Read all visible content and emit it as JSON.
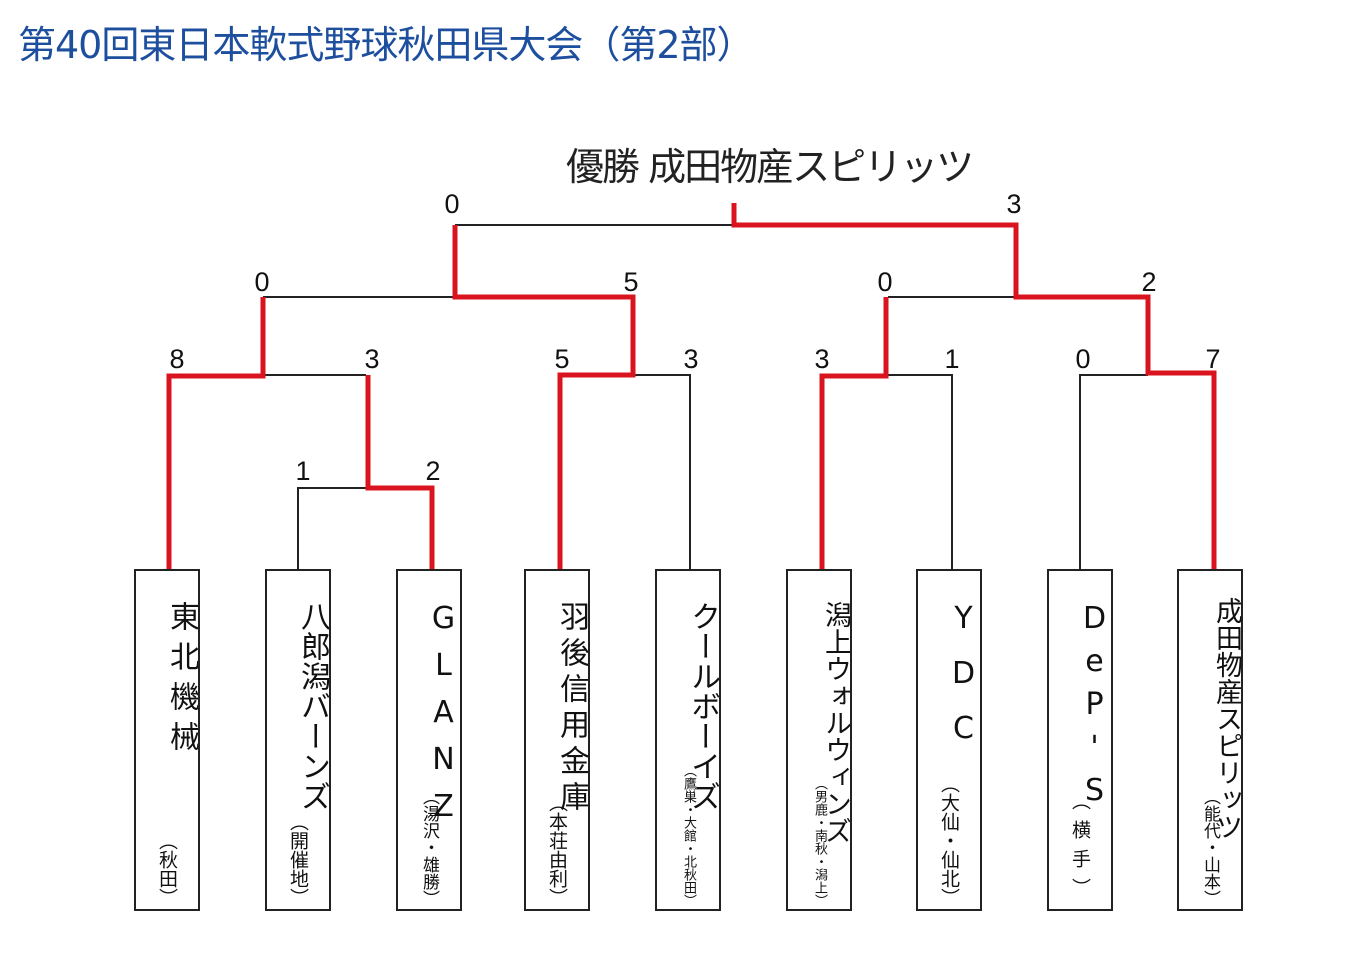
{
  "title": "第40回東日本軟式野球秋田県大会（第2部）",
  "champion": {
    "label": "優勝",
    "name": "成田物産スピリッツ"
  },
  "colors": {
    "title": "#1d4f9e",
    "winner_line": "#d9141e",
    "line": "#222222"
  },
  "teams": [
    {
      "name": "東北機械",
      "location": "（秋田）"
    },
    {
      "name": "八郎潟バーンズ",
      "location": "（開催地）"
    },
    {
      "name": "GLANZ",
      "location": "（湯沢・雄勝）"
    },
    {
      "name": "羽後信用金庫",
      "location": "（本荘由利）"
    },
    {
      "name": "クールボーイズ",
      "location": "（鷹巣・大館・北秋田）"
    },
    {
      "name": "潟上ウォルウィンズ",
      "location": "（男鹿・南秋・潟上）"
    },
    {
      "name": "YDC",
      "location": "（大仙・仙北）"
    },
    {
      "name": "DeP'S",
      "location": "（横手）"
    },
    {
      "name": "成田物産スピリッツ",
      "location": "（能代・山本）"
    }
  ],
  "scores": {
    "r1_left": "1",
    "r1_right": "2",
    "qf1_left": "8",
    "qf1_right": "3",
    "qf2_left": "5",
    "qf2_right": "3",
    "qf3_left": "3",
    "qf3_right": "1",
    "qf4_left": "0",
    "qf4_right": "7",
    "sf1_left": "0",
    "sf1_right": "5",
    "sf2_left": "0",
    "sf2_right": "2",
    "final_left": "0",
    "final_right": "3"
  }
}
